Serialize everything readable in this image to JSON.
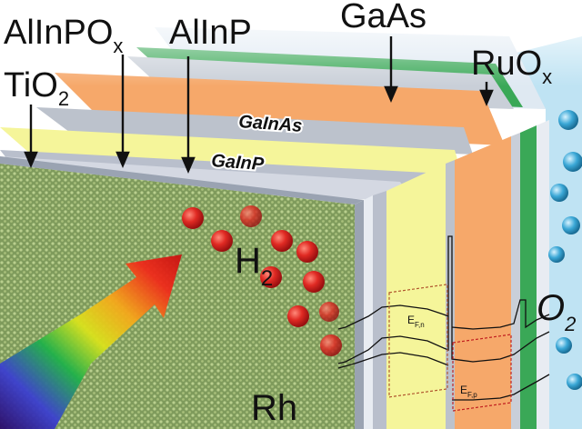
{
  "labels": {
    "tio2": "TiO",
    "tio2_sub": "2",
    "alinpo": "AlInPO",
    "alinpo_sub": "x",
    "alinp": "AlInP",
    "gaas": "GaAs",
    "ruo": "RuO",
    "ruo_sub": "x",
    "gainas": "GaInAs",
    "gainp": "GaInP",
    "h2": "H",
    "h2_sub": "2",
    "o2": "O",
    "o2_sub": "2",
    "rh": "Rh",
    "efn": "E",
    "efn_sub": "F,n",
    "efp": "E",
    "efp_sub": "F,p"
  },
  "colors": {
    "gainp": "#f5f59a",
    "gainas": "#f6a86a",
    "gaas_green": "#3aa857",
    "alinp_gray": "#b9bfcc",
    "electrolyte": "#bfe3f3",
    "catalyst_surface": "#8fae6a",
    "h2_bubble": "#e02a23",
    "o2_bubble": "#3aa7d6",
    "efn_line": "#b0562e",
    "efp_line": "#c21f1f"
  }
}
